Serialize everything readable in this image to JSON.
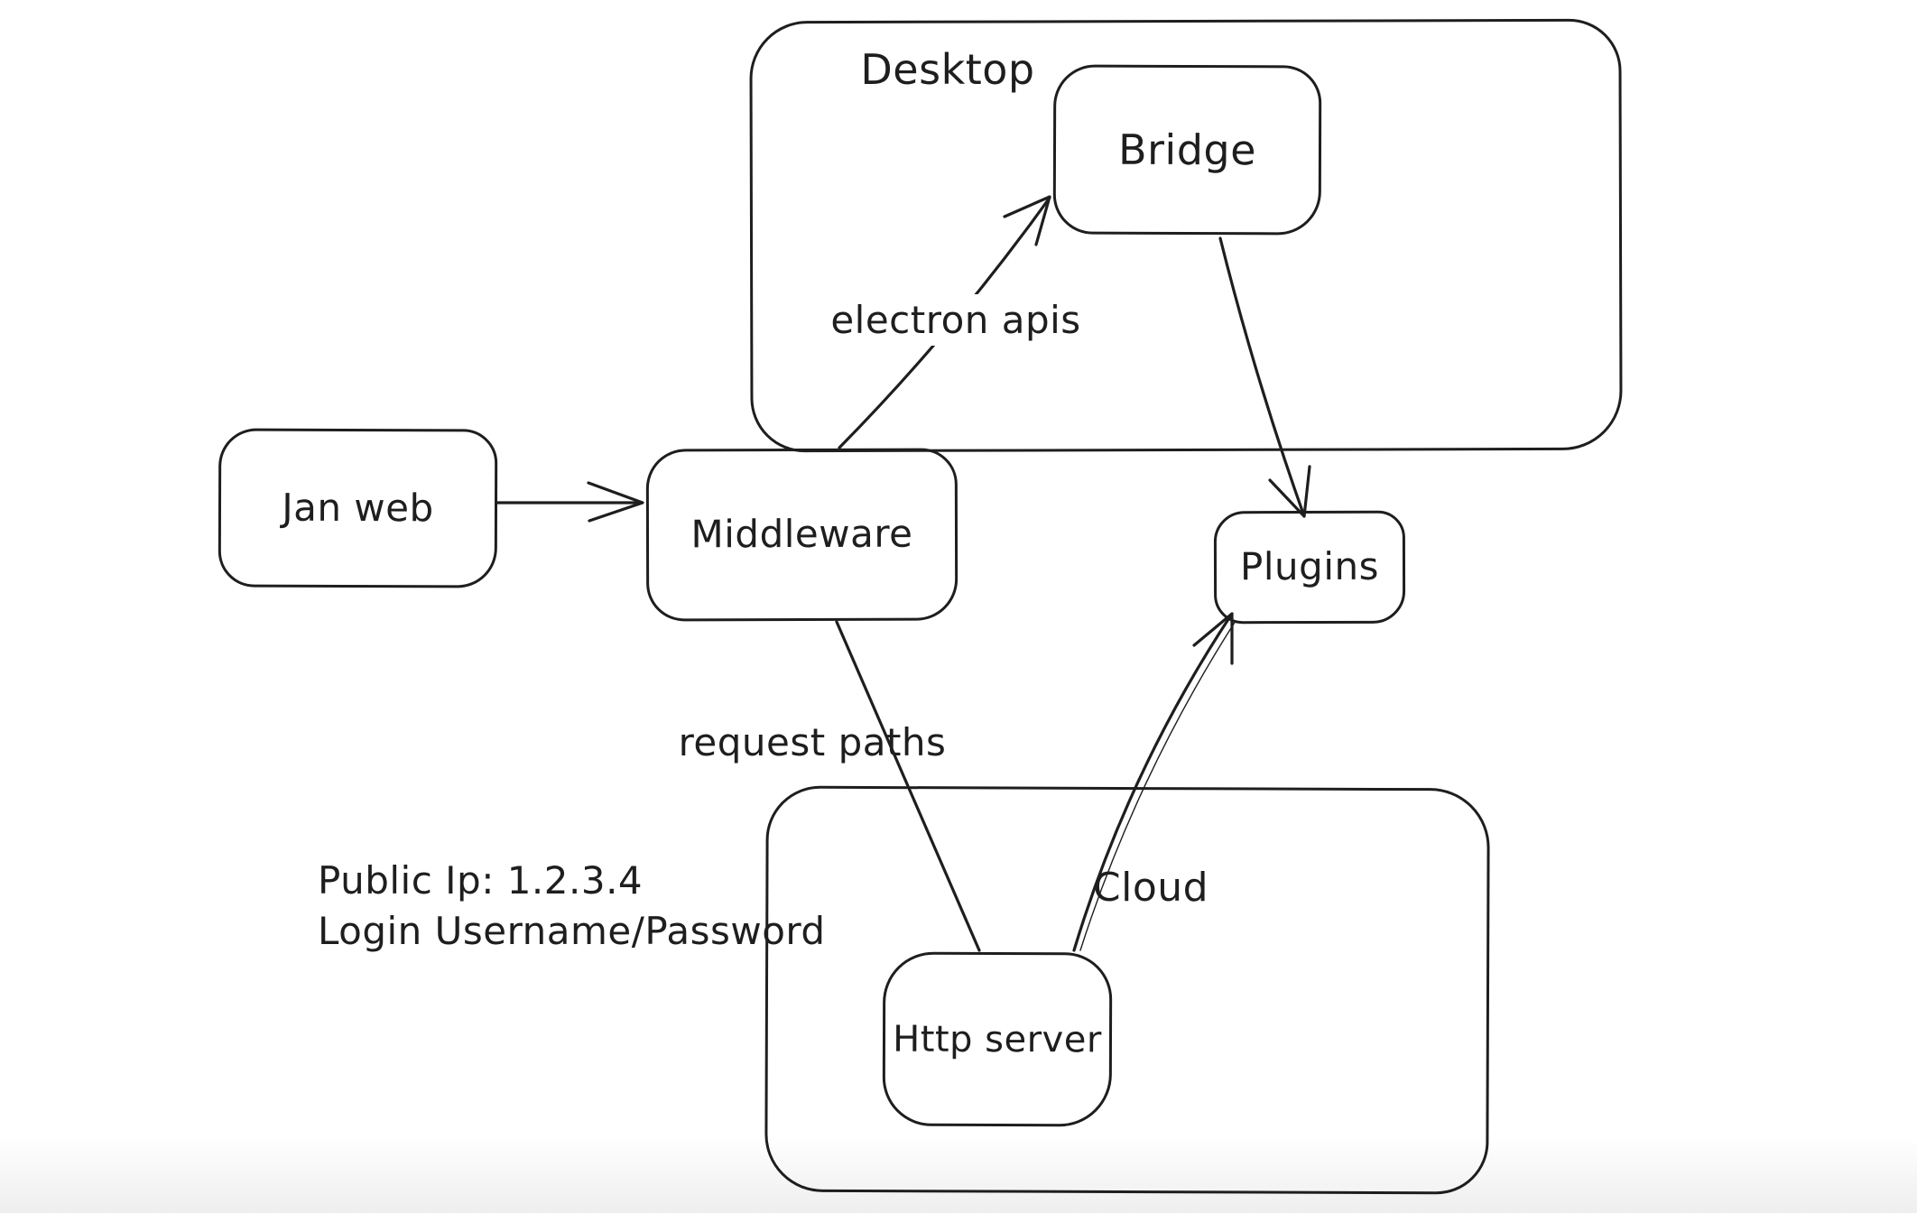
{
  "app": {
    "kind": "whiteboard-diagram",
    "background_color": "#ffffff",
    "stroke_color": "#1e1e1e",
    "text_color": "#1e1e1e"
  },
  "diagram": {
    "containers": [
      {
        "id": "desktop",
        "label": "Desktop"
      },
      {
        "id": "cloud",
        "label": "Cloud"
      }
    ],
    "nodes": [
      {
        "id": "jan-web",
        "label": "Jan web"
      },
      {
        "id": "middleware",
        "label": "Middleware"
      },
      {
        "id": "bridge",
        "label": "Bridge"
      },
      {
        "id": "plugins",
        "label": "Plugins"
      },
      {
        "id": "http-server",
        "label": "Http server"
      }
    ],
    "edges": [
      {
        "from": "jan-web",
        "to": "middleware",
        "label": "",
        "arrowhead": true
      },
      {
        "from": "middleware",
        "to": "bridge",
        "label": "electron apis",
        "arrowhead": true
      },
      {
        "from": "bridge",
        "to": "plugins",
        "label": "",
        "arrowhead": true
      },
      {
        "from": "middleware",
        "to": "http-server",
        "label": "request paths",
        "arrowhead": false
      },
      {
        "from": "http-server",
        "to": "plugins",
        "label": "",
        "arrowhead": true
      }
    ],
    "annotations": [
      {
        "id": "public-ip",
        "text": "Public Ip: 1.2.3.4"
      },
      {
        "id": "login",
        "text": "Login Username/Password"
      }
    ]
  }
}
